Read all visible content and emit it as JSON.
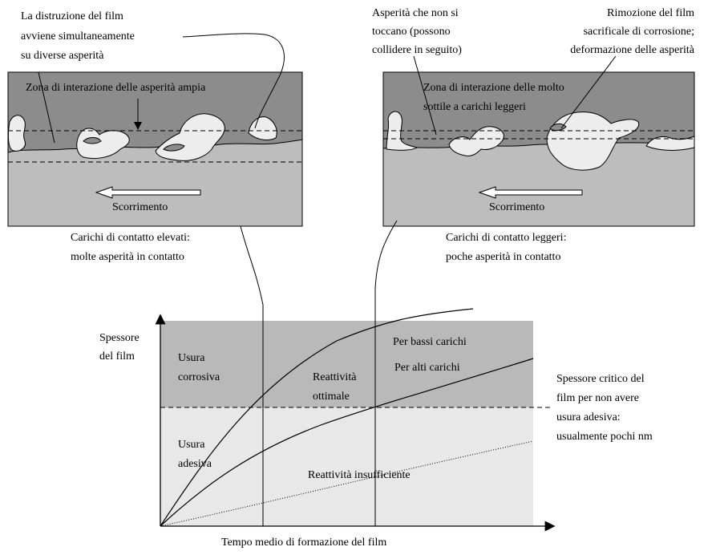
{
  "left_panel": {
    "note_top": [
      "La distruzione del film",
      "avviene simultaneamente",
      "su diverse asperità"
    ],
    "zone_label": "Zona di interazione delle asperità ampia",
    "arrow_label": "Scorrimento",
    "caption": [
      "Carichi di contatto elevati:",
      "molte asperità in contatto"
    ]
  },
  "right_panel": {
    "note_left": [
      "Asperità che non si",
      "toccano (possono",
      "collidere in seguito)"
    ],
    "note_right": [
      "Rimozione del film",
      "sacrificale di corrosione;",
      "deformazione delle asperità"
    ],
    "zone_label": [
      "Zona di interazione delle molto",
      "sottile a carichi leggeri"
    ],
    "arrow_label": "Scorrimento",
    "caption": [
      "Carichi di contatto leggeri:",
      "poche asperità in contatto"
    ]
  },
  "graph": {
    "ylabel": [
      "Spessore",
      "del film"
    ],
    "xlabel": "Tempo medio di formazione del film",
    "region_corrosive": [
      "Usura",
      "corrosiva"
    ],
    "region_adhesive": [
      "Usura",
      "adesiva"
    ],
    "region_optimal": [
      "Reattività",
      "ottimale"
    ],
    "region_insufficient": "Reattività insufficiente",
    "curve_low": "Per bassi carichi",
    "curve_high": "Per alti carichi",
    "critical_note": [
      "Spessore critico del",
      "film per non avere",
      "usura adesiva:",
      "usualmente pochi nm"
    ]
  },
  "colors": {
    "dark_gray": "#8c8c8c",
    "light_gray": "#bdbdbd",
    "white_asperity": "#ededed",
    "graph_top": "#b9b9b9",
    "graph_bottom": "#e8e8e8"
  }
}
